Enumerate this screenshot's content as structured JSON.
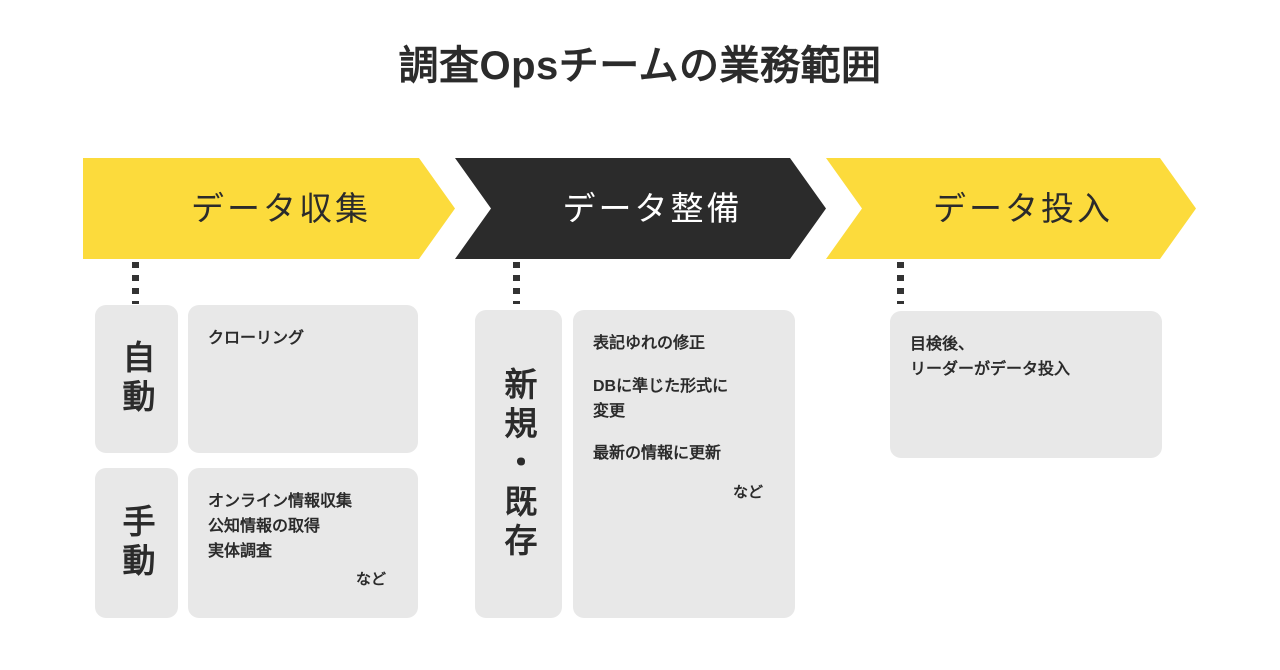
{
  "title": "調査Opsチームの業務範囲",
  "colors": {
    "accent_yellow": "#fcdb3c",
    "dark": "#2b2b2b",
    "box_gray": "#e8e8e8",
    "background": "#ffffff"
  },
  "stages": [
    {
      "label": "データ収集",
      "style": "yellow"
    },
    {
      "label": "データ整備",
      "style": "dark"
    },
    {
      "label": "データ投入",
      "style": "yellow"
    }
  ],
  "columns": [
    {
      "stage": "データ収集",
      "rows": [
        {
          "label": "自動",
          "items": [
            "クローリング"
          ],
          "etc": ""
        },
        {
          "label": "手動",
          "items": [
            "オンライン情報収集",
            "公知情報の取得",
            "実体調査"
          ],
          "etc": "など"
        }
      ]
    },
    {
      "stage": "データ整備",
      "rows": [
        {
          "label": "新規・既存",
          "items": [
            "表記ゆれの修正",
            "DBに準じた形式に変更",
            "最新の情報に更新"
          ],
          "etc": "など"
        }
      ]
    },
    {
      "stage": "データ投入",
      "rows": [
        {
          "label": "",
          "items": [
            "目検後、",
            "リーダーがデータ投入"
          ],
          "etc": ""
        }
      ]
    }
  ],
  "text": {
    "stage_1_label": "データ収集",
    "stage_2_label": "データ整備",
    "stage_3_label": "データ投入",
    "auto_label": "自動",
    "manual_label": "手動",
    "newexist_label": "新規・既存",
    "crawling": "クローリング",
    "online_collect": "オンライン情報収集",
    "public_info": "公知情報の取得",
    "field_survey": "実体調査",
    "notation_fix": "表記ゆれの修正",
    "db_format_1": "DBに準じた形式に",
    "db_format_2": "変更",
    "latest_update": "最新の情報に更新",
    "input_line_1": "目検後、",
    "input_line_2": "リーダーがデータ投入",
    "etc_1": "など",
    "etc_2": "など"
  }
}
